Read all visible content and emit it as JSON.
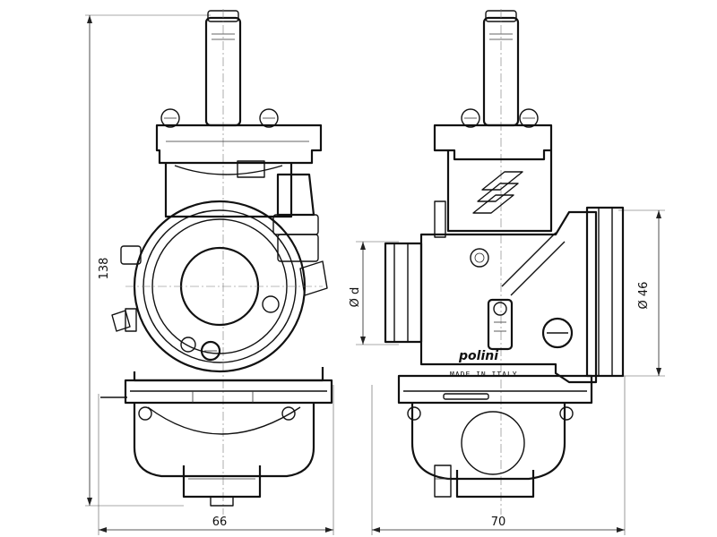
{
  "dimensions": {
    "height": "138",
    "width_front": "66",
    "width_side": "70",
    "inlet_diameter": "Ø d",
    "outlet_diameter": "Ø 46"
  },
  "markings": {
    "brand": "polini",
    "origin": "MADE IN ITALY"
  },
  "colors": {
    "line": "#111111",
    "background": "#ffffff"
  }
}
